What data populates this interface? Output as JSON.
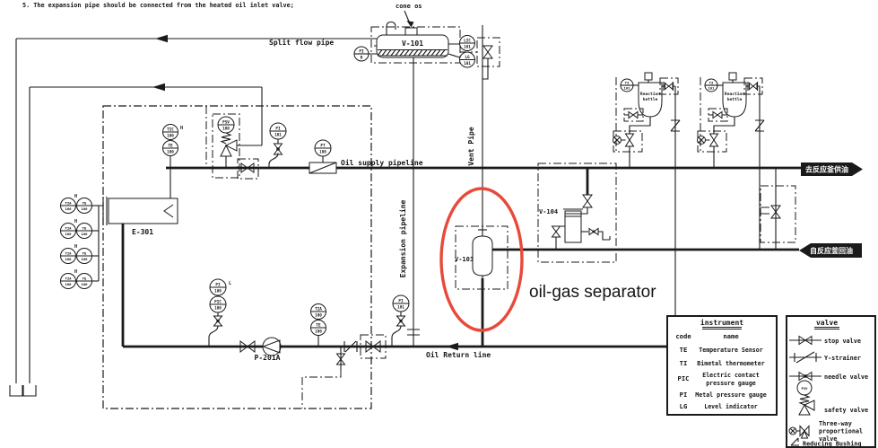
{
  "note": "5. The expansion pipe should be connected from the heated oil inlet valve;",
  "labels": {
    "split_flow_pipe": "Split flow pipe",
    "cone_os": "cone os",
    "oil_supply": "Oil supply pipeline",
    "vent_pipe": "Vent Pipe",
    "expansion": "Expansion pipeline",
    "oil_return": "Oil Return line"
  },
  "equipment": {
    "v101": "V-101",
    "e301": "E-301",
    "v103": "V-103",
    "v104": "V-104",
    "p201a": "P-201A",
    "kettle_line1": "Reaction",
    "kettle_line2": "kettle"
  },
  "annotation": {
    "text": "oil-gas separator",
    "color": "#e84a3a"
  },
  "banners": {
    "to_users": "去反应釜供油",
    "from_users": "自反应釜回油"
  },
  "flags": {
    "high": "H",
    "low": "L"
  },
  "bubbles": {
    "v101_pi": {
      "l1": "PI",
      "l2": "B"
    },
    "v101_lic": {
      "l1": "LIC",
      "l2": "101"
    },
    "v101_lg": {
      "l1": "LG",
      "l2": "101"
    },
    "tic": {
      "l1": "TIC",
      "l2": "100"
    },
    "te": {
      "l1": "TE",
      "l2": "100"
    },
    "psv": {
      "l1": "PSV",
      "l2": "100"
    },
    "pi_supply": {
      "l1": "PI",
      "l2": "101"
    },
    "ft": {
      "l1": "FT",
      "l2": "100"
    },
    "e301_tia": {
      "l1": "TIA",
      "l2": "100"
    },
    "e301_te": {
      "l1": "TE",
      "l2": "100"
    },
    "kettle_ti": {
      "l1": "TI",
      "l2": "101"
    },
    "pump_pi": {
      "l1": "PI",
      "l2": "100"
    },
    "pump_pic": {
      "l1": "PIC",
      "l2": "100"
    },
    "return_tia": {
      "l1": "TIA",
      "l2": "100"
    },
    "return_te": {
      "l1": "TE",
      "l2": "100"
    },
    "return_pi": {
      "l1": "PI",
      "l2": "101"
    }
  },
  "legend_instrument": {
    "title": "instrument",
    "col_code": "code",
    "col_name": "name",
    "rows": [
      {
        "code": "TE",
        "name": "Temperature Sensor"
      },
      {
        "code": "TI",
        "name": "Bimetal thermometer"
      },
      {
        "code": "PIC",
        "name_line1": "Electric contact",
        "name_line2": "pressure gauge"
      },
      {
        "code": "PI",
        "name": "Metal pressure gauge"
      },
      {
        "code": "LG",
        "name": "Level indicator"
      }
    ]
  },
  "legend_valve": {
    "title": "valve",
    "psv_tag": "PSV",
    "rows": [
      {
        "name": "stop valve"
      },
      {
        "name": "Y-strainer"
      },
      {
        "name": "needle valve"
      },
      {
        "name": "safety valve"
      },
      {
        "name_line1": "Three-way",
        "name_line2": "proportional",
        "name_line3": "valve"
      },
      {
        "name": "Reducing Bushing"
      }
    ]
  }
}
